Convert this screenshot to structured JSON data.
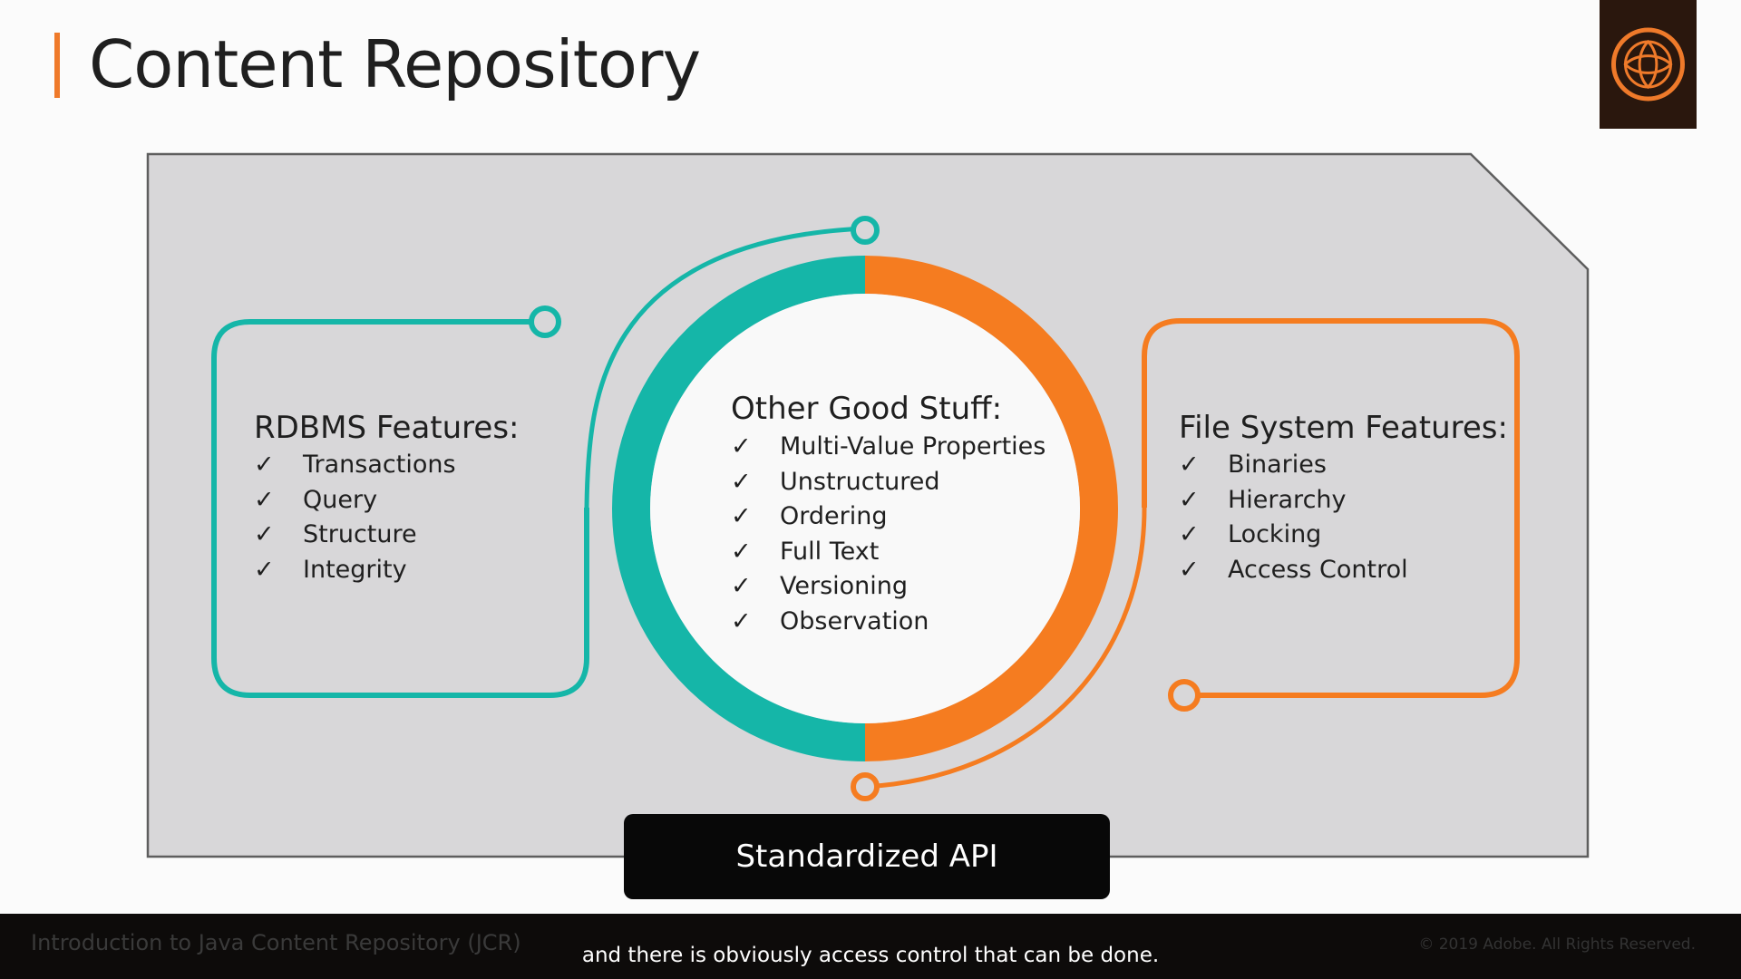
{
  "slide": {
    "title": "Content Repository"
  },
  "logo": {
    "icon": "adobe-experience-manager-logo-icon",
    "colors": {
      "background": "#2a170d",
      "ring": "#ef7a2a"
    }
  },
  "colors": {
    "teal": "#15b6a8",
    "orange": "#f57c20",
    "panel": "#d8d7d9",
    "accent": "#ef7a2a"
  },
  "rdbms": {
    "heading": "RDBMS Features:",
    "items": [
      "Transactions",
      "Query",
      "Structure",
      "Integrity"
    ]
  },
  "other": {
    "heading": "Other Good Stuff:",
    "items": [
      "Multi-Value Properties",
      "Unstructured",
      "Ordering",
      "Full Text",
      "Versioning",
      "Observation"
    ]
  },
  "filesystem": {
    "heading": "File System Features:",
    "items": [
      "Binaries",
      "Hierarchy",
      "Locking",
      "Access Control"
    ]
  },
  "check_mark": "✓",
  "api": {
    "label": "Standardized API"
  },
  "footer": {
    "course_title": "Introduction to Java Content Repository (JCR)",
    "copyright": "© 2019 Adobe. All Rights Reserved."
  },
  "subtitle": {
    "text": "and there is obviously access control that can be done."
  }
}
